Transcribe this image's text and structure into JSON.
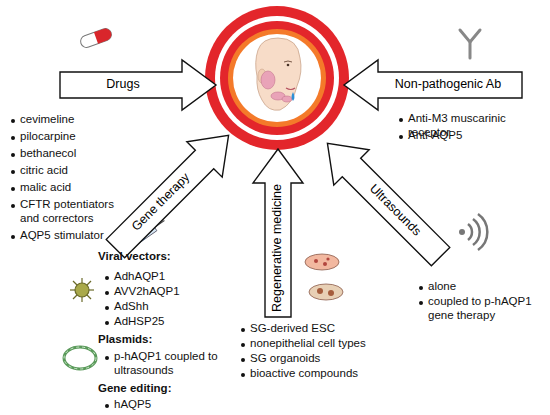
{
  "diagram": {
    "nodes": [
      {
        "text": [
          "Drugs"
        ]
      },
      {
        "text": [
          "Non-pathogenic Ab"
        ]
      },
      {
        "text": [
          "Gene therapy"
        ]
      },
      {
        "text": [
          "Regenerative medicine"
        ]
      },
      {
        "text": [
          "Ultrasounds"
        ]
      }
    ],
    "labels": [
      "cevimeline",
      "pilocarpine",
      "bethanecol",
      "citric acid",
      "malic acid",
      "CFTR potentiators and correctors",
      "AQP5 stimulator",
      "Anti-M3 muscarinic receptor",
      "Anti-AQP5",
      "Viral vectors:",
      "AdhAQP1",
      "AVV2hAQP1",
      "AdShh",
      "AdHSP25",
      "Plasmids:",
      "p-hAQP1 coupled to ultrasounds",
      "Gene editing:",
      "hAQP5",
      "SG-derived ESC",
      "nonepithelial cell types",
      "SG organoids",
      "bioactive compounds",
      "alone",
      "coupled to p-hAQP1 gene therapy"
    ]
  }
}
